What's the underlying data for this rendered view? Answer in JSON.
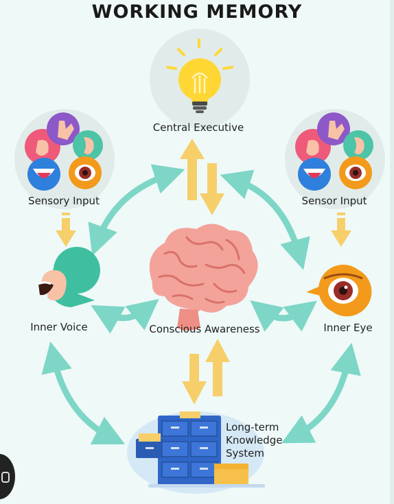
{
  "title": "WORKING MEMORY",
  "nodes": {
    "central_executive": "Central Executive",
    "sensory_input_left": "Sensory Input",
    "sensor_input_right": "Sensor Input",
    "inner_voice": "Inner Voice",
    "inner_eye": "Inner Eye",
    "conscious_awareness": "Conscious Awareness",
    "long_term": [
      "Long-term",
      "Knowledge",
      "System"
    ]
  },
  "colors": {
    "background": "#eef9f8",
    "teal_arrow": "#7dd6c6",
    "yellow_arrow": "#f7cf6a",
    "brain": "#f3a39a",
    "bulb": "#ffd735",
    "cabinet": "#2f66c7"
  },
  "icons": [
    "light-bulb-icon",
    "senses-icon",
    "ear-icon",
    "eye-icon",
    "brain-icon",
    "file-cabinet-icon"
  ]
}
